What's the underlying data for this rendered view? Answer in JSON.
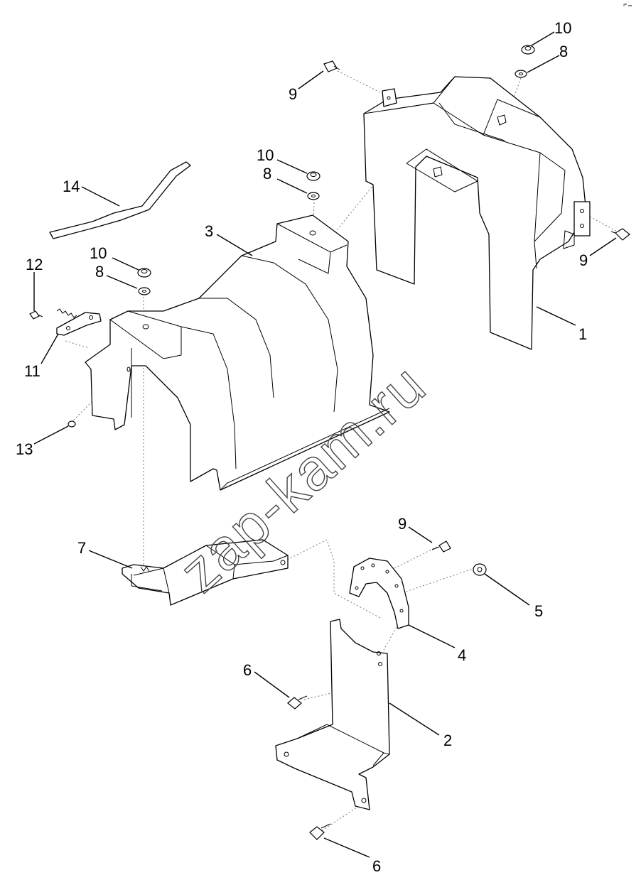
{
  "watermark": "zap-kam.ru",
  "corner_mark": "ᵃ‴ ═",
  "callouts": {
    "c1": "1",
    "c2": "2",
    "c3": "3",
    "c4": "4",
    "c5": "5",
    "c6_top": "6",
    "c6_bottom": "6",
    "c7": "7",
    "c8_right": "8",
    "c8_middle": "8",
    "c8_left": "8",
    "c9_top": "9",
    "c9_right": "9",
    "c9_bottom": "9",
    "c10_right": "10",
    "c10_middle": "10",
    "c10_left": "10",
    "c11": "11",
    "c12": "12",
    "c13": "13",
    "c14": "14"
  }
}
